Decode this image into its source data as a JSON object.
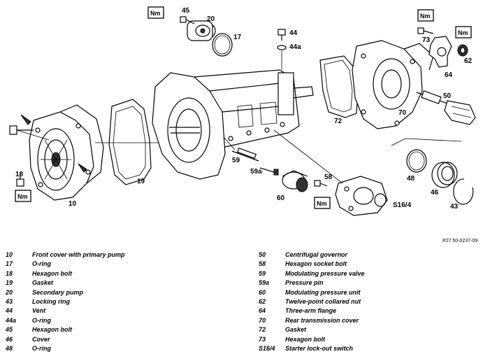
{
  "figure_ref": "P27.50-0237-09",
  "nm_label": "Nm",
  "callouts": {
    "c10": "10",
    "c17": "17",
    "c18": "18",
    "c19": "19",
    "c20": "20",
    "c43": "43",
    "c44": "44",
    "c44a": "44a",
    "c45": "45",
    "c46": "46",
    "c48": "48",
    "c50": "50",
    "c58": "58",
    "c59": "59",
    "c59a": "59a",
    "c60": "60",
    "c62": "62",
    "c64": "64",
    "c70": "70",
    "c72": "72",
    "c73": "73",
    "cS164": "S16/4"
  },
  "legend_left": [
    {
      "num": "10",
      "label": "Front cover with primary pump"
    },
    {
      "num": "17",
      "label": "O-ring"
    },
    {
      "num": "18",
      "label": "Hexagon bolt"
    },
    {
      "num": "19",
      "label": "Gasket"
    },
    {
      "num": "20",
      "label": "Secondary pump"
    },
    {
      "num": "43",
      "label": "Locking ring"
    },
    {
      "num": "44",
      "label": "Vent"
    },
    {
      "num": "44a",
      "label": "O-ring"
    },
    {
      "num": "45",
      "label": "Hexagon bolt"
    },
    {
      "num": "46",
      "label": "Cover"
    },
    {
      "num": "48",
      "label": "O-ring"
    }
  ],
  "legend_right": [
    {
      "num": "50",
      "label": "Centrifugal governor"
    },
    {
      "num": "58",
      "label": "Hexagon socket bolt"
    },
    {
      "num": "59",
      "label": "Modulating pressure valve"
    },
    {
      "num": "59a",
      "label": "Pressure pin"
    },
    {
      "num": "60",
      "label": "Modulating pressure unit"
    },
    {
      "num": "62",
      "label": "Twelve-point collared nut"
    },
    {
      "num": "64",
      "label": "Three-arm flange"
    },
    {
      "num": "70",
      "label": "Rear transmission cover"
    },
    {
      "num": "72",
      "label": "Gasket"
    },
    {
      "num": "73",
      "label": "Hexagon bolt"
    },
    {
      "num": "S16/4",
      "label": "Starter lock-out switch"
    }
  ]
}
